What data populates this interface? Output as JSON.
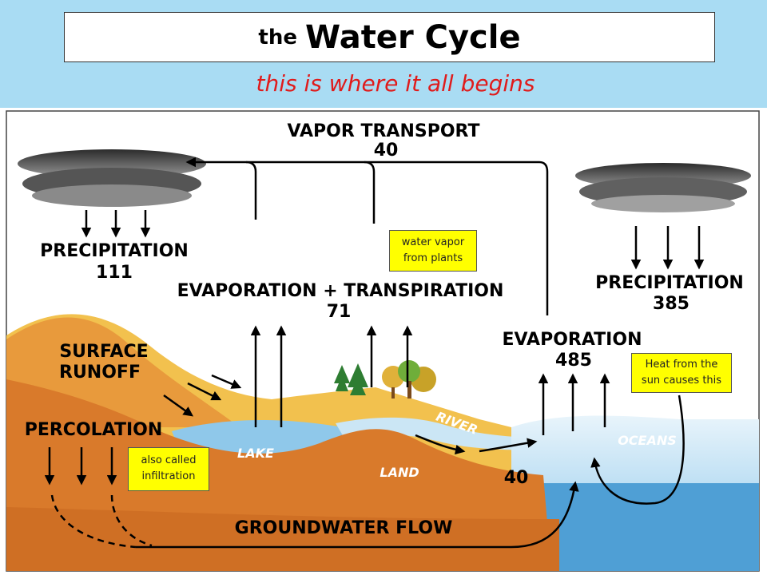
{
  "title": {
    "prefix": "the",
    "main": "Water Cycle"
  },
  "subtitle": "this is where it all begins",
  "diagram": {
    "vapor_transport": {
      "label": "VAPOR TRANSPORT",
      "value": "40"
    },
    "precipitation_land": {
      "label": "PRECIPITATION",
      "value": "111"
    },
    "evapotranspiration": {
      "label": "EVAPORATION + TRANSPIRATION",
      "value": "71"
    },
    "precipitation_ocean": {
      "label": "PRECIPITATION",
      "value": "385"
    },
    "evaporation_ocean": {
      "label": "EVAPORATION",
      "value": "485"
    },
    "surface_runoff": {
      "line1": "SURFACE",
      "line2": "RUNOFF"
    },
    "percolation": "PERCOLATION",
    "river": "RIVER",
    "lake": "LAKE",
    "land": "LAND",
    "oceans": "OCEANS",
    "river_flow_value": "40",
    "groundwater_flow": "GROUNDWATER FLOW"
  },
  "callouts": {
    "plants": {
      "line1": "water vapor",
      "line2": "from plants"
    },
    "sun": {
      "line1": "Heat from the",
      "line2": "sun causes this"
    },
    "infiltration": {
      "line1": "also called",
      "line2": "infiltration"
    }
  }
}
